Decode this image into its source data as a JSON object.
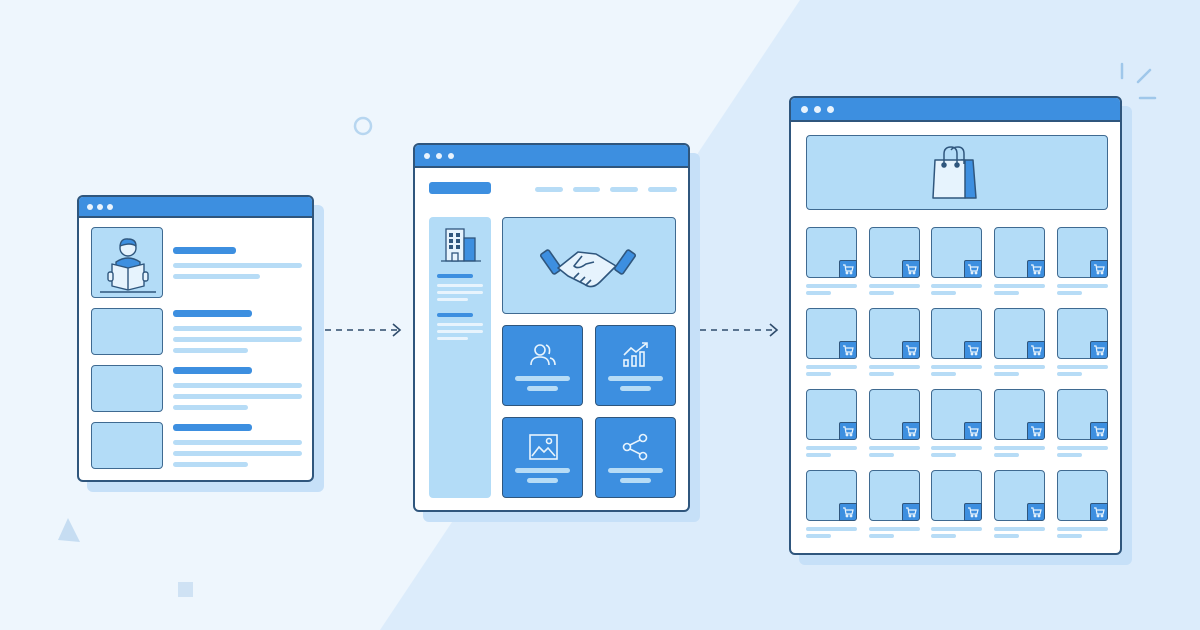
{
  "colors": {
    "background": "#eef6fd",
    "diagonal": "#dcecfb",
    "accent": "#3d8fe0",
    "outline": "#2f567d",
    "light": "#b3dcf7"
  },
  "windows": [
    {
      "name": "blog-page",
      "icons": [
        "reader-person-icon"
      ],
      "list_items": 4
    },
    {
      "name": "business-page",
      "icons": [
        "building-icon",
        "handshake-icon",
        "users-icon",
        "growth-chart-icon",
        "image-icon",
        "share-icon"
      ]
    },
    {
      "name": "shop-page",
      "icons": [
        "shopping-bag-icon",
        "cart-icon"
      ],
      "product_rows": 4,
      "product_columns": 5
    }
  ],
  "connectors": [
    "dashed-arrow-icon",
    "dashed-arrow-icon"
  ]
}
